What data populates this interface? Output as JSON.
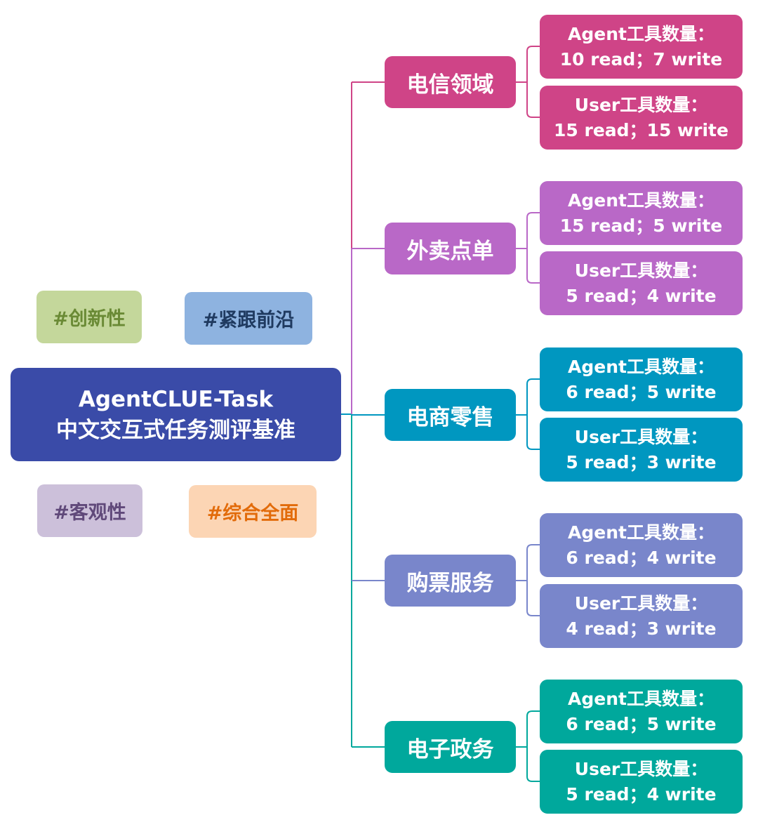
{
  "root": {
    "title": "AgentCLUE-Task",
    "subtitle": "中文交互式任务测评基准",
    "color": "#3a4ba8"
  },
  "tags": [
    {
      "label": "#创新性",
      "bg": "#c4d79b",
      "fg": "#6a8a35"
    },
    {
      "label": "#紧跟前沿",
      "bg": "#8eb3e0",
      "fg": "#1f3a60"
    },
    {
      "label": "#客观性",
      "bg": "#ccc0da",
      "fg": "#60497a"
    },
    {
      "label": "#综合全面",
      "bg": "#fcd5b4",
      "fg": "#e26b0a"
    }
  ],
  "domains": [
    {
      "name": "电信领域",
      "color": "#cf4487",
      "agent": {
        "title": "Agent工具数量：",
        "detail": "10 read；7 write",
        "read": 10,
        "write": 7
      },
      "user": {
        "title": "User工具数量：",
        "detail": "15 read；15 write",
        "read": 15,
        "write": 15
      }
    },
    {
      "name": "外卖点单",
      "color": "#b968c7",
      "agent": {
        "title": "Agent工具数量：",
        "detail": "15 read；5 write",
        "read": 15,
        "write": 5
      },
      "user": {
        "title": "User工具数量：",
        "detail": "5 read；4 write",
        "read": 5,
        "write": 4
      }
    },
    {
      "name": "电商零售",
      "color": "#0097c0",
      "agent": {
        "title": "Agent工具数量：",
        "detail": "6 read；5 write",
        "read": 6,
        "write": 5
      },
      "user": {
        "title": "User工具数量：",
        "detail": "5 read；3 write",
        "read": 5,
        "write": 3
      }
    },
    {
      "name": "购票服务",
      "color": "#7986cb",
      "agent": {
        "title": "Agent工具数量：",
        "detail": "6 read；4 write",
        "read": 6,
        "write": 4
      },
      "user": {
        "title": "User工具数量：",
        "detail": "4 read；3 write",
        "read": 4,
        "write": 3
      }
    },
    {
      "name": "电子政务",
      "color": "#00a89c",
      "agent": {
        "title": "Agent工具数量：",
        "detail": "6 read；5 write",
        "read": 6,
        "write": 5
      },
      "user": {
        "title": "User工具数量：",
        "detail": "5 read；4 write",
        "read": 5,
        "write": 4
      }
    }
  ]
}
